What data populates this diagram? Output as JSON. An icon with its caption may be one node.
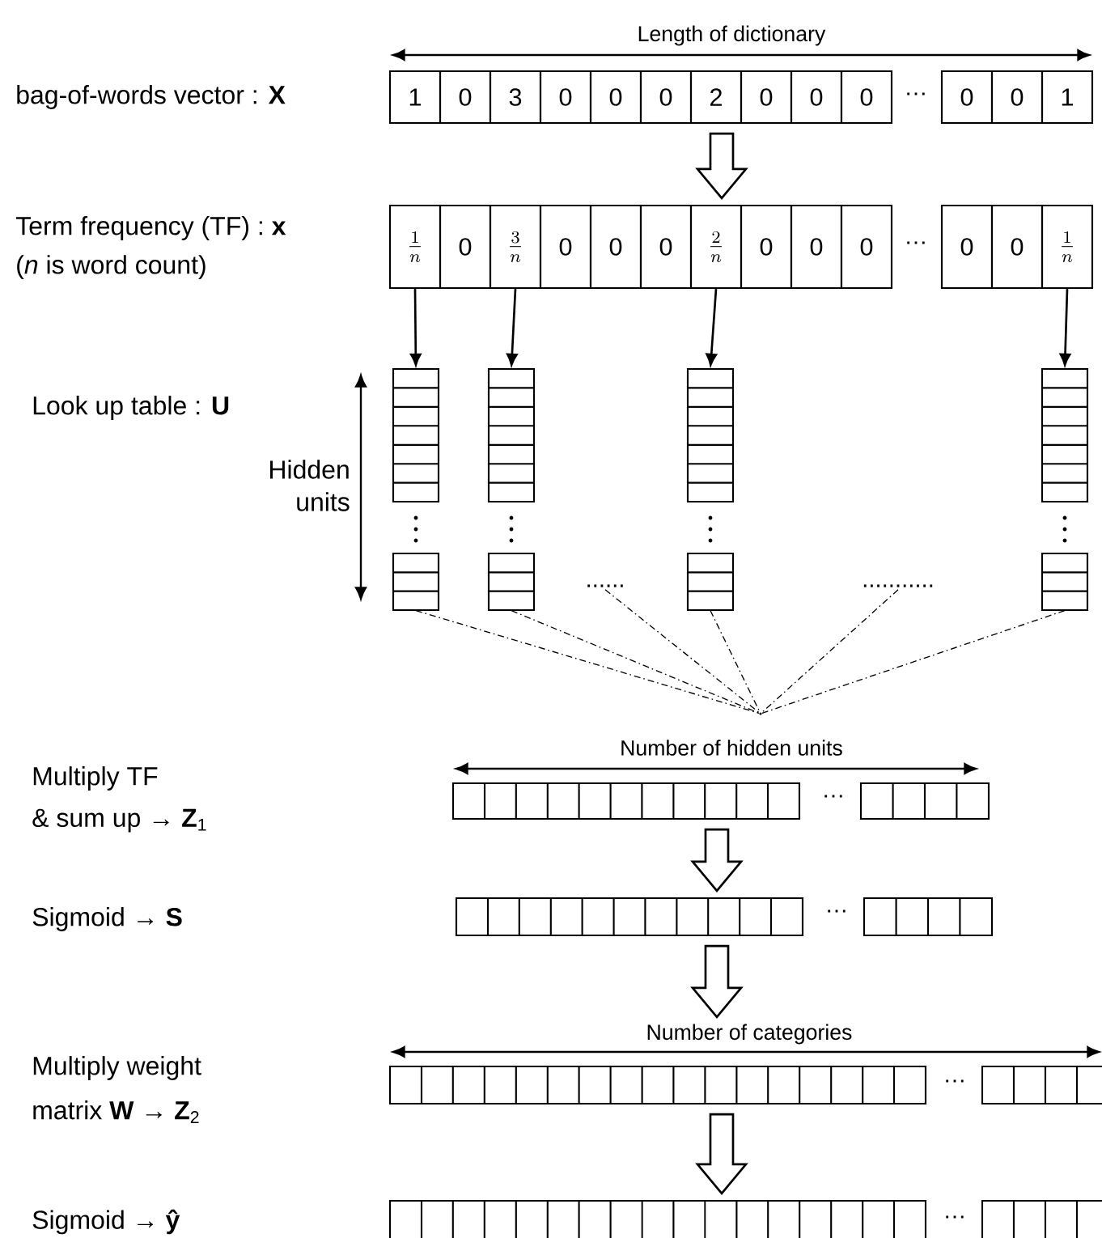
{
  "diagram": {
    "nodes": [
      {
        "text": [
          "1"
        ]
      },
      {
        "text": [
          "0"
        ]
      },
      {
        "text": [
          "3"
        ]
      },
      {
        "text": [
          "0"
        ]
      },
      {
        "text": [
          "0"
        ]
      },
      {
        "text": [
          "0"
        ]
      },
      {
        "text": [
          "2"
        ]
      },
      {
        "text": [
          "0"
        ]
      },
      {
        "text": [
          "0"
        ]
      },
      {
        "text": [
          "0"
        ]
      },
      {
        "text": [
          "0"
        ]
      },
      {
        "text": [
          "0"
        ]
      },
      {
        "text": [
          "1"
        ]
      },
      {
        "text": [
          "\\frac{1}{n}"
        ]
      },
      {
        "text": [
          "0"
        ]
      },
      {
        "text": [
          "\\frac{3}{n}"
        ]
      },
      {
        "text": [
          "0"
        ]
      },
      {
        "text": [
          "0"
        ]
      },
      {
        "text": [
          "0"
        ]
      },
      {
        "text": [
          "\\frac{2}{n}"
        ]
      },
      {
        "text": [
          "0"
        ]
      },
      {
        "text": [
          "0"
        ]
      },
      {
        "text": [
          "0"
        ]
      },
      {
        "text": [
          "0"
        ]
      },
      {
        "text": [
          "0"
        ]
      },
      {
        "text": [
          "\\frac{1}{n}"
        ]
      },
      {
        "text": [],
        "shape": "bar"
      },
      {
        "text": [],
        "shape": "bar"
      },
      {
        "text": [],
        "shape": "bar"
      },
      {
        "text": [],
        "shape": "bar"
      },
      {
        "text": [
          "......"
        ]
      },
      {
        "text": [
          "..........."
        ]
      },
      {
        "text": [],
        "shape": "point"
      },
      {
        "text": [],
        "shape": "bar"
      },
      {
        "text": [],
        "shape": "bar"
      },
      {
        "text": [],
        "shape": "bar"
      },
      {
        "text": [],
        "shape": "bar"
      },
      {
        "text": [],
        "shape": "bar"
      },
      {
        "text": [],
        "shape": "bar"
      },
      {
        "text": [],
        "shape": "bar"
      },
      {
        "text": [],
        "shape": "bar"
      }
    ],
    "edges": [
      {
        "from": 6,
        "to": 19,
        "arrow": "to",
        "style": "thick"
      },
      {
        "from": 13,
        "to": 26,
        "arrow": "to"
      },
      {
        "from": 15,
        "to": 27,
        "arrow": "to"
      },
      {
        "from": 19,
        "to": 28,
        "arrow": "to"
      },
      {
        "from": 25,
        "to": 29,
        "arrow": "to"
      },
      {
        "from": 26,
        "to": 32,
        "arrow": "none",
        "style": "dashed"
      },
      {
        "from": 27,
        "to": 32,
        "arrow": "none",
        "style": "dashed"
      },
      {
        "from": 30,
        "to": 32,
        "arrow": "none",
        "style": "dashed"
      },
      {
        "from": 28,
        "to": 32,
        "arrow": "none",
        "style": "dashed"
      },
      {
        "from": 31,
        "to": 32,
        "arrow": "none",
        "style": "dashed"
      },
      {
        "from": 29,
        "to": 32,
        "arrow": "none",
        "style": "dashed"
      },
      {
        "from": 33,
        "to": 35,
        "arrow": "to",
        "style": "thick"
      },
      {
        "from": 35,
        "to": 37,
        "arrow": "to",
        "style": "thick"
      },
      {
        "from": 37,
        "to": 39,
        "arrow": "to",
        "style": "thick"
      }
    ],
    "labels": [
      "Length of dictionary",
      "bag-of-words vector : **X**",
      "…",
      "Term frequency (TF) : **x**",
      "(*n* is word count)",
      "…",
      "Look up table : **U**",
      "Hidden units",
      "Number of hidden units",
      "Multiply TF",
      "& sum up → **Z**$_{1}$",
      "…",
      "Sigmoid → **S**",
      "…",
      "Number of categories",
      "Multiply weight",
      "matrix **W** → **Z**$_{2}$",
      "…",
      "Sigmoid → **ŷ**",
      "…"
    ]
  }
}
